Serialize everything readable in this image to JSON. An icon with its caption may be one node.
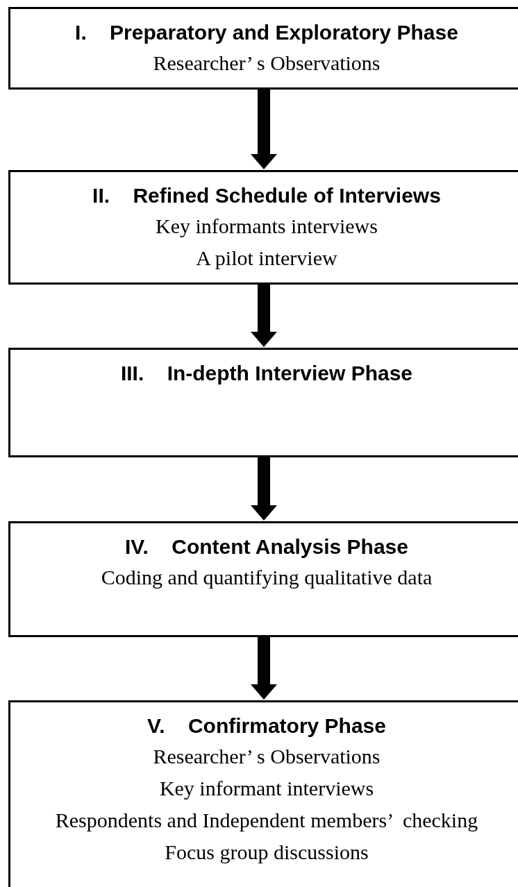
{
  "diagram": {
    "nodes": [
      {
        "text": [
          "I.    Preparatory and Exploratory Phase",
          "Researcher’ s Observations"
        ]
      },
      {
        "text": [
          "II.    Refined Schedule of Interviews",
          "Key informants interviews",
          "A pilot interview"
        ]
      },
      {
        "text": [
          "III.    In-depth Interview Phase"
        ]
      },
      {
        "text": [
          "IV.    Content Analysis Phase",
          "Coding and quantifying qualitative data"
        ]
      },
      {
        "text": [
          "V.    Confirmatory Phase",
          "Researcher’ s Observations",
          "Key informant interviews",
          "Respondents and Independent members’  checking",
          "Focus group discussions"
        ]
      }
    ],
    "edges": [
      {
        "from": 0,
        "to": 1,
        "arrow": "to"
      },
      {
        "from": 1,
        "to": 2,
        "arrow": "to"
      },
      {
        "from": 2,
        "to": 3,
        "arrow": "to"
      },
      {
        "from": 3,
        "to": 4,
        "arrow": "to"
      }
    ]
  }
}
